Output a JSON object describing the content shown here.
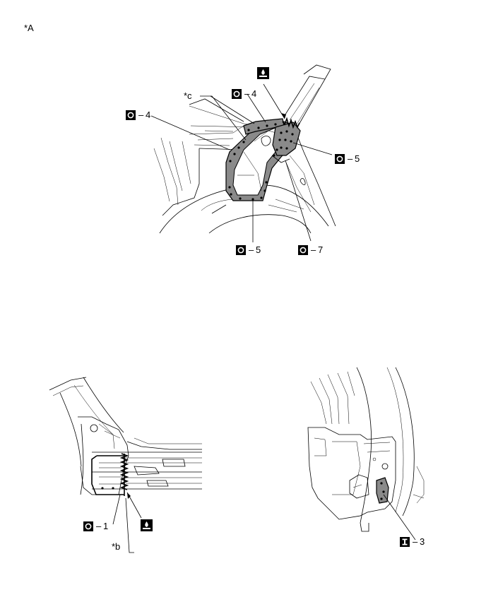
{
  "figure_id": "*A",
  "callouts": {
    "top_c": "*c",
    "bottom_b": "*b"
  },
  "weld_labels": {
    "top_left": "4",
    "top_middle": "4",
    "top_right": "5",
    "top_bottom_left": "5",
    "top_bottom_right": "7",
    "bottom_left": "1",
    "bottom_right": "3"
  },
  "dash": "–",
  "icons": [
    "spot-weld-icon",
    "plug-weld-icon",
    "sealer-brush-icon"
  ]
}
